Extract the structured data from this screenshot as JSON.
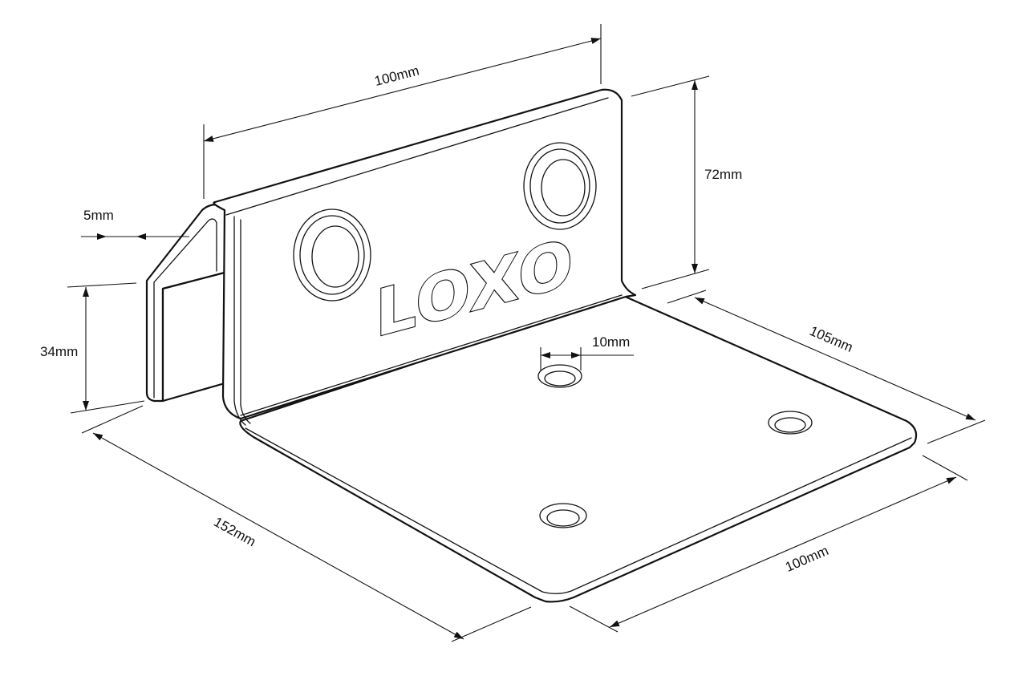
{
  "product": {
    "logo_text": "LOXO"
  },
  "dimensions": {
    "top_width": "100mm",
    "back_height": "72mm",
    "lip_thickness": "5mm",
    "lip_height": "34mm",
    "hole_diameter": "10mm",
    "base_depth": "105mm",
    "overall_depth": "152mm",
    "base_width": "100mm"
  },
  "colors": {
    "line": "#111111",
    "background": "#ffffff"
  }
}
